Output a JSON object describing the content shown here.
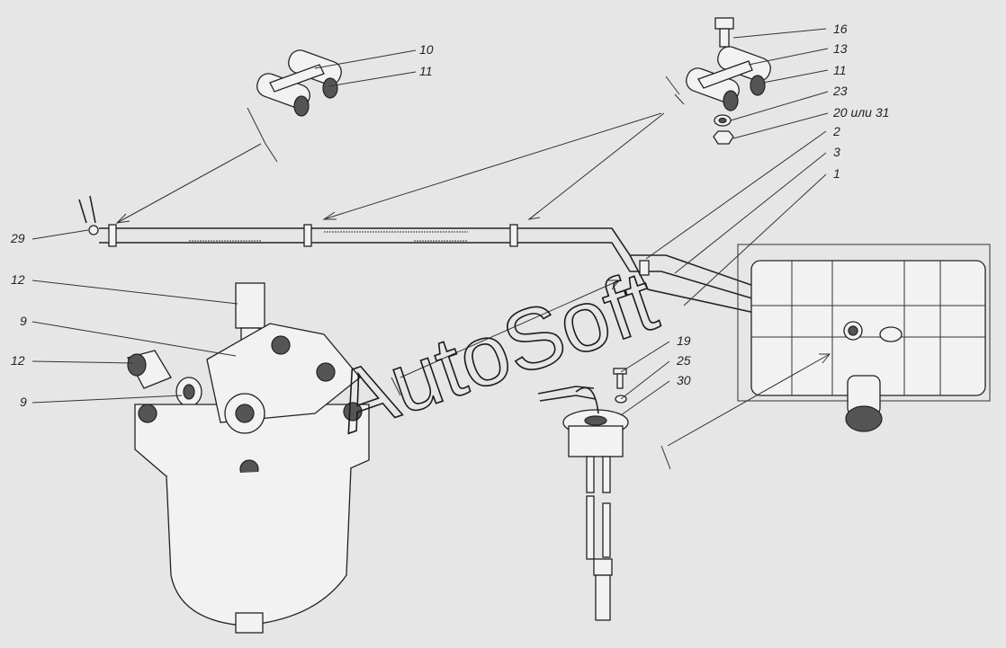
{
  "watermark": "AutoSoft",
  "callouts": {
    "c16": "16",
    "c13": "13",
    "c11a": "11",
    "c23": "23",
    "c20": "20 или 31",
    "c2": "2",
    "c3": "3",
    "c1": "1",
    "c10": "10",
    "c11b": "11",
    "c29": "29",
    "c12a": "12",
    "c9a": "9",
    "c12b": "12",
    "c9b": "9",
    "c19": "19",
    "c25": "25",
    "c30": "30"
  }
}
